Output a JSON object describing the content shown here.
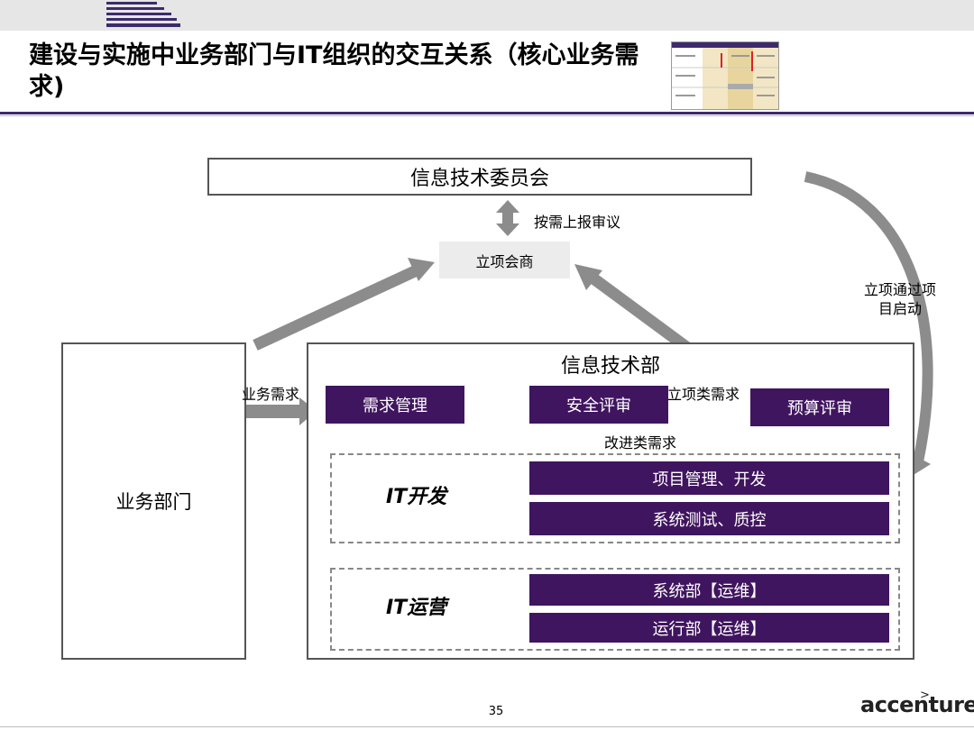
{
  "header": {
    "title": "建设与实施中业务部门与IT组织的交互关系（核心业务需求)"
  },
  "diagram": {
    "committee": "信息技术委员会",
    "approval_on_demand": "按需上报审议",
    "project_negotiation": "立项会商",
    "approval_start": "立项通过项目启动",
    "business_dept": "业务部门",
    "it_dept": "信息技术部",
    "business_need": "业务需求",
    "req_mgmt": "需求管理",
    "security_review": "安全评审",
    "project_need": "立项类需求",
    "budget_review": "预算评审",
    "improvement_need": "改进类需求",
    "it_dev": "IT开发",
    "pm_dev": "项目管理、开发",
    "sys_test": "系统测试、质控",
    "it_ops": "IT运营",
    "sys_ops": "系统部【运维】",
    "run_ops": "运行部【运维】"
  },
  "footer": {
    "page_number": "35",
    "logo": "accenture",
    "logo_mark": ">"
  },
  "colors": {
    "purple": "#40155f",
    "header_rule": "#3d2a6c",
    "grey_arrow": "#8c8c8c",
    "green_arrow": "#2db84a",
    "blue_arrow": "#1f78c8"
  }
}
